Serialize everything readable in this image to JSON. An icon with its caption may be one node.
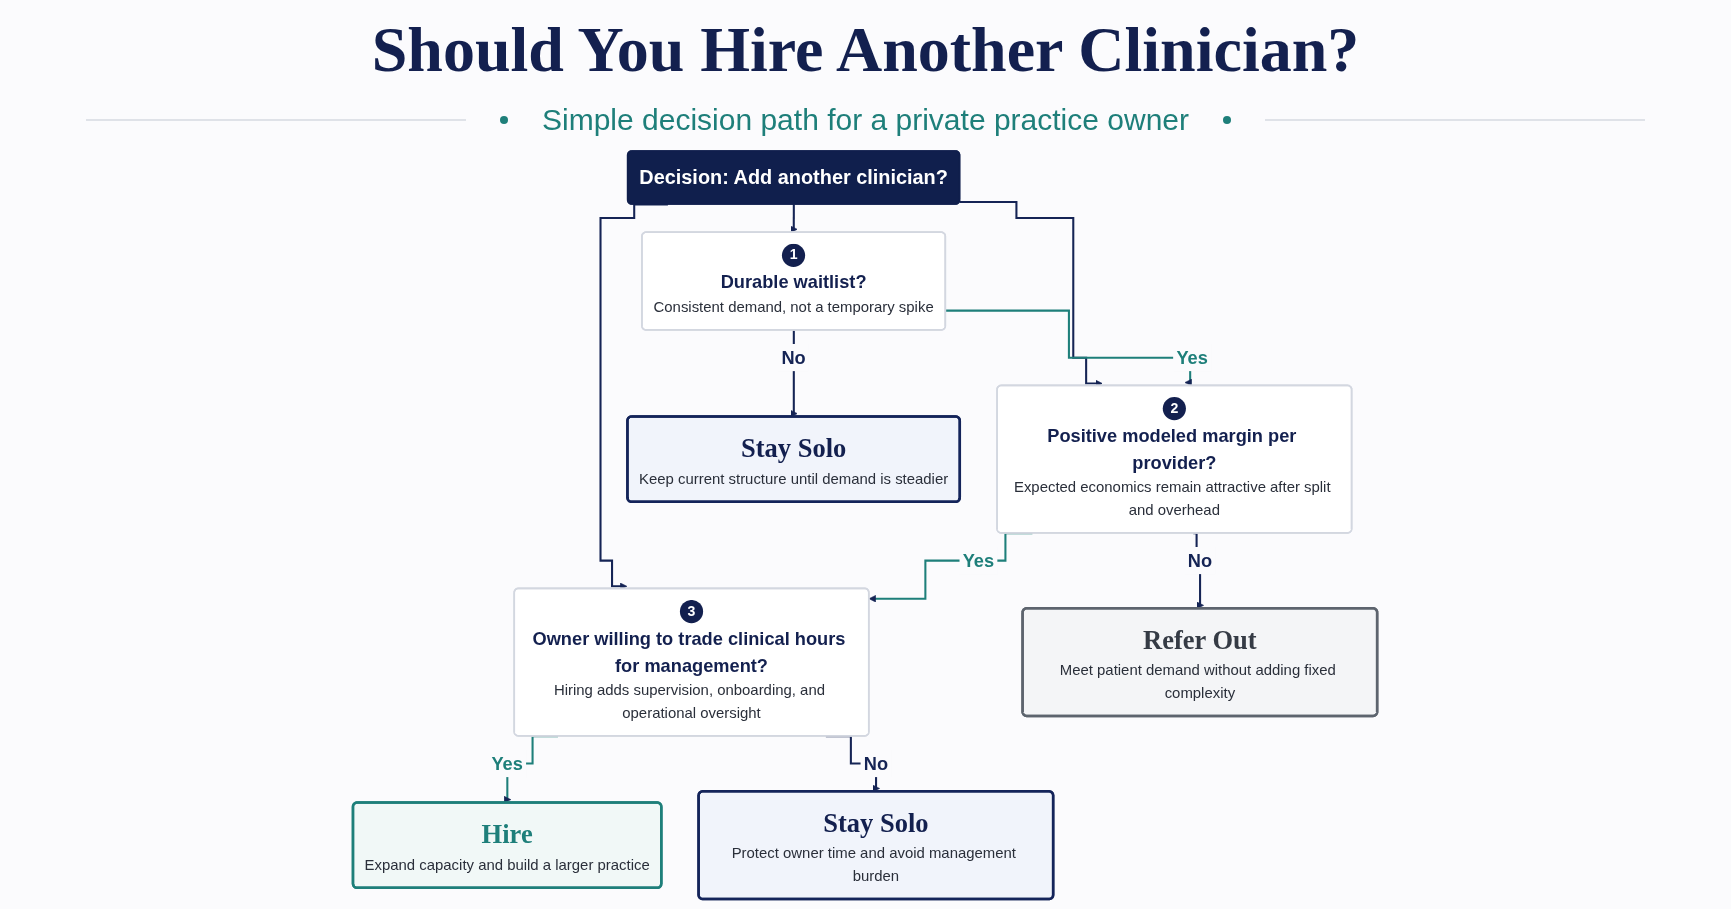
{
  "diagram": {
    "title": "Should You Hire Another Clinician?",
    "labels": [
      "Simple decision path for a private practice owner"
    ],
    "nodes": [
      {
        "text": [
          "Decision: Add another clinician?"
        ]
      },
      {
        "text": [
          "1",
          "Durable waitlist?",
          "Consistent demand, not a temporary spike"
        ]
      },
      {
        "text": [
          "2",
          "Positive modeled margin per provider?",
          "Expected economics remain attractive after split and overhead"
        ]
      },
      {
        "text": [
          "3",
          "Owner willing to trade clinical hours for management?",
          "Hiring adds supervision, onboarding, and operational oversight"
        ]
      },
      {
        "text": [
          "Stay Solo",
          "Keep current structure until demand is steadier"
        ]
      },
      {
        "text": [
          "Refer Out",
          "Meet patient demand without adding fixed complexity"
        ]
      },
      {
        "text": [
          "Hire",
          "Expand capacity and build a larger practice"
        ]
      },
      {
        "text": [
          "Stay Solo",
          "Protect owner time and avoid management burden"
        ]
      }
    ],
    "edges": [
      {
        "from": 0,
        "to": 1,
        "arrow": "to"
      },
      {
        "from": 0,
        "to": 2,
        "arrow": "to"
      },
      {
        "from": 0,
        "to": 3,
        "arrow": "to"
      },
      {
        "from": 1,
        "to": 2,
        "arrow": "to",
        "label": "Yes",
        "color": "#1e7f7a"
      },
      {
        "from": 2,
        "to": 3,
        "arrow": "to",
        "label": "Yes",
        "color": "#1e7f7a"
      },
      {
        "from": 1,
        "to": 4,
        "arrow": "to",
        "label": "No"
      },
      {
        "from": 2,
        "to": 5,
        "arrow": "to",
        "label": "No"
      },
      {
        "from": 3,
        "to": 6,
        "arrow": "to",
        "label": "Yes",
        "color": "#1e7f7a"
      },
      {
        "from": 3,
        "to": 7,
        "arrow": "to",
        "label": "No"
      }
    ]
  }
}
